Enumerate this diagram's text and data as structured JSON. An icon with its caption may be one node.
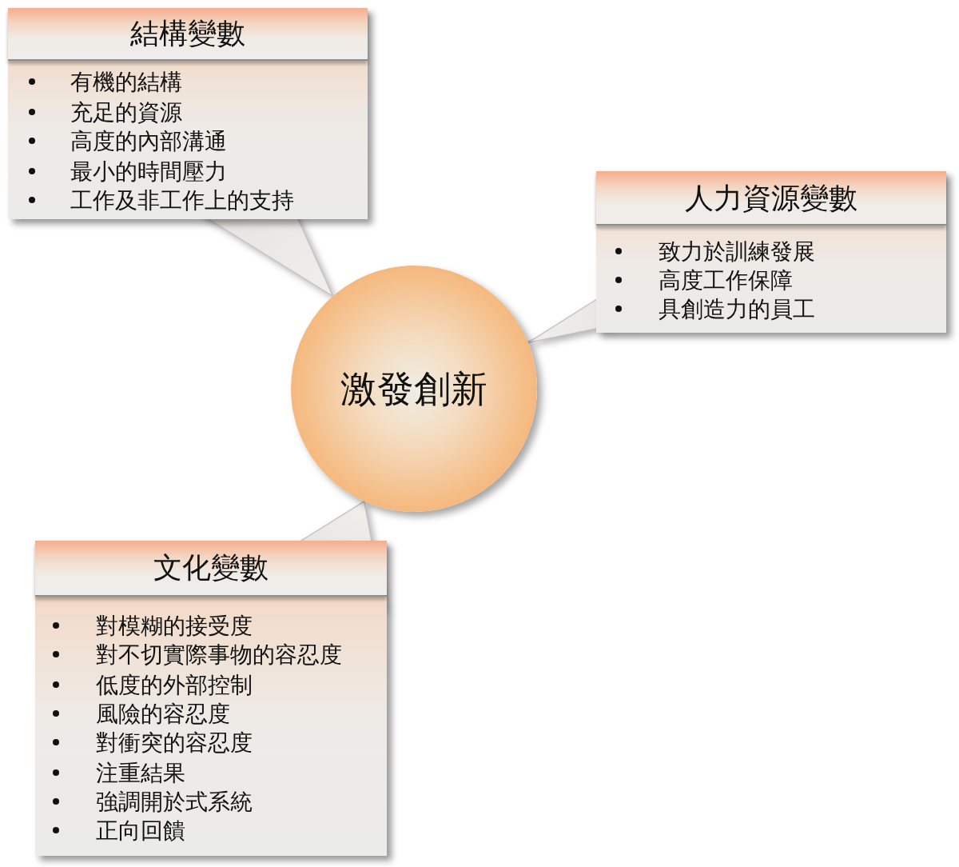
{
  "diagram": {
    "nodes": [
      {
        "text": [
          "結構變數",
          "有機的結構",
          "充足的資源",
          "高度的內部溝通",
          "最小的時間壓力",
          "工作及非工作上的支持"
        ]
      },
      {
        "text": [
          "人力資源變數",
          "致力於訓練發展",
          "高度工作保障",
          "具創造力的員工"
        ]
      },
      {
        "text": [
          "激發創新"
        ]
      },
      {
        "text": [
          "文化變數",
          "對模糊的接受度",
          "對不切實際事物的容忍度",
          "低度的外部控制",
          "風險的容忍度",
          "對衝突的容忍度",
          "注重結果",
          "強調開於式系統",
          "正向回饋"
        ]
      }
    ],
    "edges": [
      {
        "from": 0,
        "to": 2,
        "arrow": "to"
      },
      {
        "from": 1,
        "to": 2,
        "arrow": "to"
      },
      {
        "from": 3,
        "to": 2,
        "arrow": "to"
      }
    ]
  }
}
